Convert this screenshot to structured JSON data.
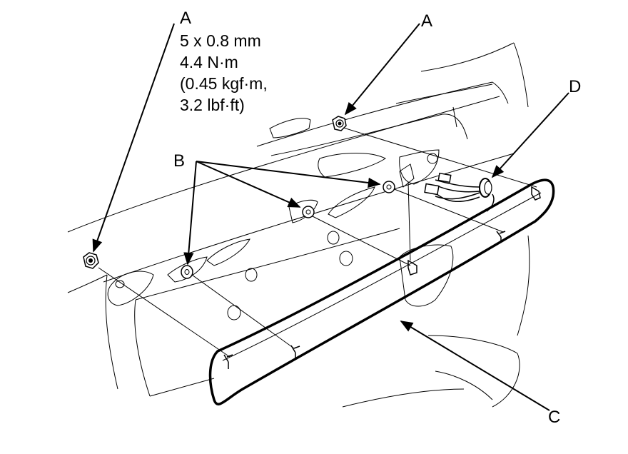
{
  "callouts": {
    "a_left": "A",
    "a_right": "A",
    "b": "B",
    "c": "C",
    "d": "D"
  },
  "spec": {
    "line1": "5 x 0.8 mm",
    "line2": "4.4 N·m",
    "line3": "(0.45 kgf·m,",
    "line4": "3.2 lbf·ft)"
  },
  "colors": {
    "ink": "#000000",
    "paper": "#ffffff"
  },
  "icons": [
    "nut-icon",
    "clip-icon",
    "grommet-icon",
    "connector-icon",
    "arrowhead-icon"
  ]
}
